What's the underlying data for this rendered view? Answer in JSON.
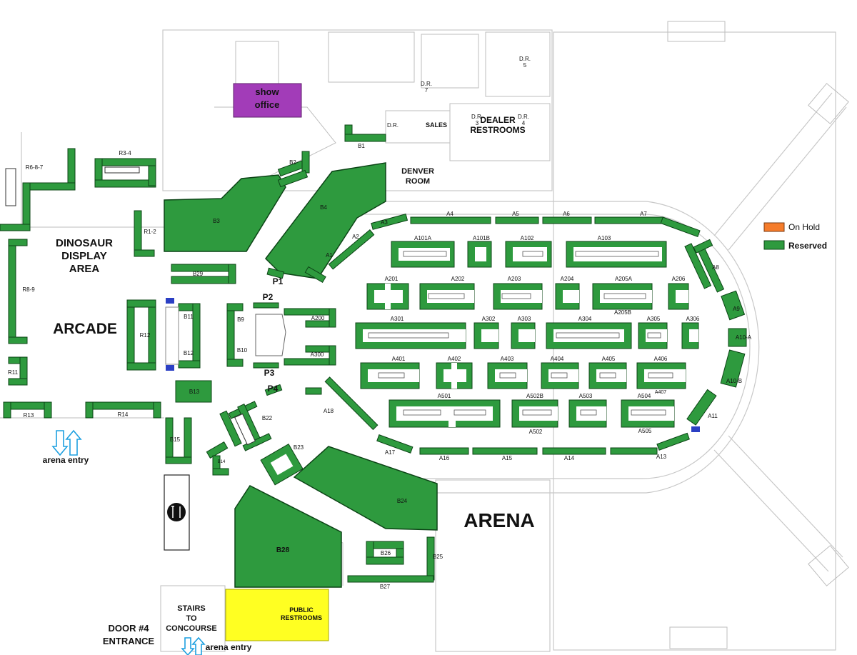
{
  "legend": {
    "on_hold": {
      "label": "On Hold",
      "color": "#f57c2b"
    },
    "reserved": {
      "label": "Reserved",
      "color": "#2e9a3e"
    }
  },
  "areas": {
    "show_office": "show office",
    "dealer_restrooms": "DEALER RESTROOMS",
    "sales": "SALES",
    "denver_room": "DENVER ROOM",
    "dinosaur_display": "DINOSAUR DISPLAY AREA",
    "arcade": "ARCADE",
    "arena": "ARENA",
    "public_restrooms": "PUBLIC RESTROOMS",
    "stairs": "STAIRS TO CONCOURSE",
    "door4": "DOOR #4 ENTRANCE",
    "arena_entry_1": "arena entry",
    "arena_entry_2": "arena entry",
    "dr5": "D.R. 5",
    "dr7": "D.R. 7",
    "dr2": "D.R.",
    "dr3": "D.R. 3",
    "dr4": "D.R. 4"
  },
  "booths": {
    "R3_4": "R3-4",
    "R6_8_7": "R6-8-7",
    "R1_2": "R1-2",
    "R8_9": "R8-9",
    "R11": "R11",
    "R12": "R12",
    "R13": "R13",
    "R14": "R14",
    "B1": "B1",
    "B2": "B2",
    "B3": "B3",
    "B4": "B4",
    "B9": "B9",
    "B10": "B10",
    "B11": "B11",
    "B12": "B12",
    "B13": "B13",
    "B14": "B14",
    "B15": "B15",
    "B22": "B22",
    "B23": "B23",
    "B24": "B24",
    "B25": "B25",
    "B26": "B26",
    "B27": "B27",
    "B28": "B28",
    "B29": "B29",
    "P1": "P1",
    "P2": "P2",
    "P3": "P3",
    "P4": "P4",
    "A1": "A1",
    "A2": "A2",
    "A3": "A3",
    "A4": "A4",
    "A5": "A5",
    "A6": "A6",
    "A7": "A7",
    "A8": "A8",
    "A9": "A9",
    "A10A": "A10-A",
    "A10B": "A10-B",
    "A11": "A11",
    "A13": "A13",
    "A14": "A14",
    "A15": "A15",
    "A16": "A16",
    "A17": "A17",
    "A18": "A18",
    "A101A": "A101A",
    "A101B": "A101B",
    "A102": "A102",
    "A103": "A103",
    "A200": "A200",
    "A201": "A201",
    "A202": "A202",
    "A203": "A203",
    "A204": "A204",
    "A205A": "A205A",
    "A205B": "A205B",
    "A206": "A206",
    "A300": "A300",
    "A301": "A301",
    "A302": "A302",
    "A303": "A303",
    "A304": "A304",
    "A305": "A305",
    "A306": "A306",
    "A401": "A401",
    "A402": "A402",
    "A403": "A403",
    "A404": "A404",
    "A405": "A405",
    "A406": "A406",
    "A407": "A407",
    "A501": "A501",
    "A502": "A502",
    "A502B": "A502B",
    "A503": "A503",
    "A504": "A504",
    "A505": "A505"
  }
}
